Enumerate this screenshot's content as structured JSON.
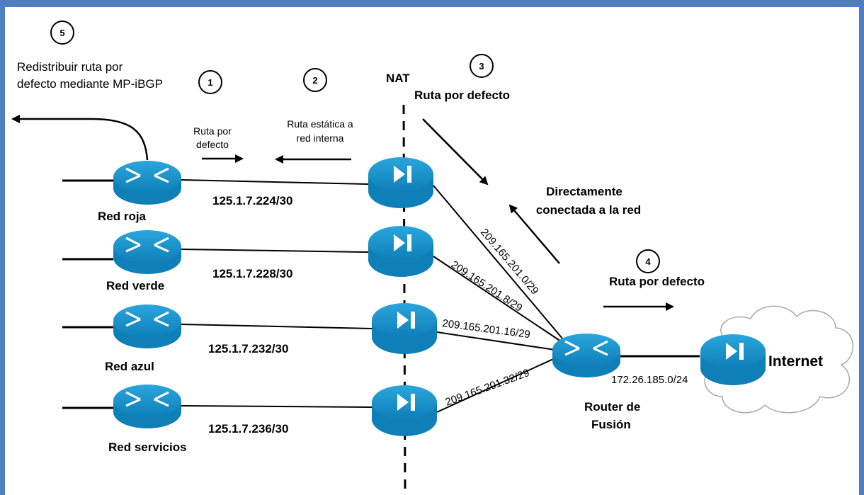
{
  "steps": [
    "1",
    "2",
    "3",
    "4",
    "5"
  ],
  "annotations": {
    "redistribute_line1": "Redistribuir ruta por",
    "redistribute_line2": "defecto mediante MP-iBGP",
    "nat": "NAT",
    "default_route_3": "Ruta por defecto",
    "default_route_4": "Ruta por defecto",
    "default_route_small_line1": "Ruta por",
    "default_route_small_line2": "defecto",
    "static_route_line1": "Ruta estática a",
    "static_route_line2": "red interna",
    "directly_connected_line1": "Directamente",
    "directly_connected_line2": "conectada a la red"
  },
  "networks": [
    {
      "name": "Red roja",
      "subnet": "125.1.7.224/30",
      "wan": "209.165.201.0/29"
    },
    {
      "name": "Red verde",
      "subnet": "125.1.7.228/30",
      "wan": "209.165.201.8/29"
    },
    {
      "name": "Red azul",
      "subnet": "125.1.7.232/30",
      "wan": "209.165.201.16/29"
    },
    {
      "name": "Red servicios",
      "subnet": "125.1.7.236/30",
      "wan": "209.165.201.32/29"
    }
  ],
  "fusion_router": {
    "line1": "Router de",
    "line2": "Fusión"
  },
  "internet": {
    "label": "Internet",
    "link": "172.26.185.0/24"
  },
  "colors": {
    "border": "#4f7fbe",
    "device": "#1b9ad6",
    "device_top": "#6ec6ee"
  },
  "icons": [
    "router-icon",
    "firewall-icon",
    "cloud-icon"
  ]
}
